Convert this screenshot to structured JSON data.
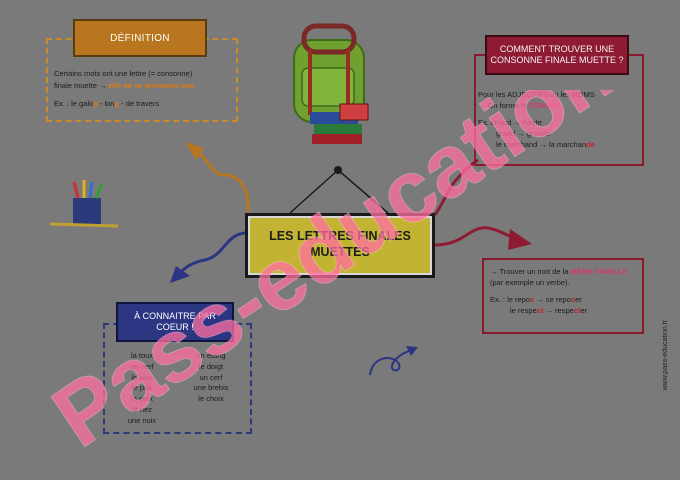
{
  "definition": {
    "title": "DÉFINITION",
    "line1": "Certains mots ont une lettre (= consonne)",
    "line2_a": "finale muette → ",
    "line2_b": "elle ne se prononce pas.",
    "ex_a": "Ex. : le galo",
    "ex_b": "p",
    "ex_c": " - lon",
    "ex_d": "g",
    "ex_e": " - de travers"
  },
  "consonne": {
    "title": "COMMENT TROUVER UNE CONSONNE FINALE MUETTE ?",
    "l1": "Pour les ADJECTIFS ou les NOMS",
    "l2_a": "→ On forme le ",
    "l2_b": "FÉMININ",
    "l2_c": ".",
    "l3": "Ex. chaud → haute",
    "l4": "grand → grande",
    "l5_a": "le marchand → la marchan",
    "l5_b": "de"
  },
  "famille": {
    "l1_a": "→ Trouver un mot de la ",
    "l1_b": "MÊME FAMILLE",
    "l1_c": " (par exemple un verbe).",
    "l2_a": "Ex. : le repo",
    "l2_b": "s",
    "l2_c": " → se repo",
    "l2_d": "s",
    "l2_e": "er",
    "l3_a": "le respe",
    "l3_b": "ct",
    "l3_c": " → respe",
    "l3_d": "ct",
    "l3_e": "er"
  },
  "coeur": {
    "title": "À CONNAITRE PAR COEUR !",
    "left_words": [
      "la toux",
      "un nerf",
      "la voix",
      "le prix",
      "la paix",
      "le nez",
      "une noix"
    ],
    "right_words": [
      "un étang",
      "le doigt",
      "un cerf",
      "une brebis",
      "le choix"
    ]
  },
  "center": {
    "title": "LES LETTRES FINALES MUETTES"
  },
  "watermark": "Pass-education",
  "site": "www.pass-education.fr",
  "colors": {
    "background": "#7a7a7a",
    "orange": "#b8761f",
    "red": "#8f1a33",
    "blue": "#2c3582",
    "center": "#c2b432"
  }
}
